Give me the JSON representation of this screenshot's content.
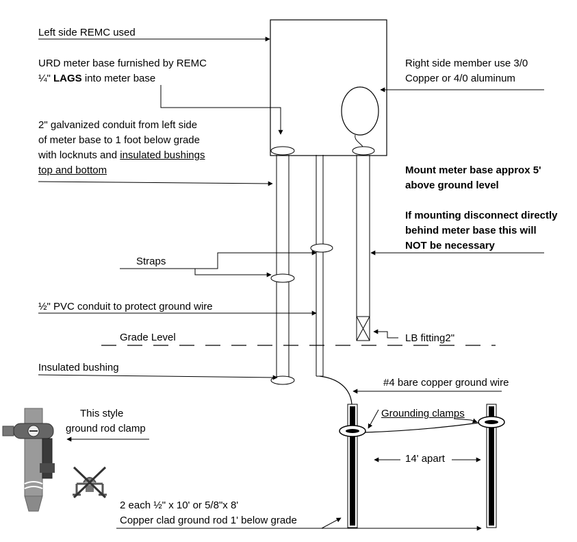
{
  "labels": {
    "left_side": "Left side REMC used",
    "urd_line1": "URD meter base furnished  by REMC",
    "lags_prefix": "¼\" ",
    "lags_bold": "LAGS",
    "lags_suffix": " into meter base",
    "conduit_line1": "2\" galvanized conduit from left side",
    "conduit_line2": "of meter base to 1 foot below grade",
    "conduit_line3_plain": "with locknuts and ",
    "conduit_line3_under": "insulated bushings",
    "conduit_line4": "top and bottom",
    "right_side_line1": "Right side member use 3/0",
    "right_side_line2": "Copper or 4/0 aluminum",
    "mount_line1": "Mount meter base approx 5'",
    "mount_line2": "above ground level",
    "disconnect_line1": "If mounting disconnect directly",
    "disconnect_line2": "behind meter base this will",
    "disconnect_line3": "NOT be necessary",
    "straps": "Straps",
    "pvc": "½\" PVC conduit to protect ground wire",
    "grade": "Grade Level",
    "lb": "LB fitting2\"",
    "insulated_bushing": "Insulated bushing",
    "bare_copper": "#4 bare copper ground wire",
    "clamps": "Grounding  clamps",
    "apart": "14' apart",
    "style_line1": "This style",
    "style_line2": "ground rod clamp",
    "rod_line1": "2 each ½\" x 10' or 5/8\"x 8'",
    "rod_line2": "Copper clad ground rod  1' below grade"
  },
  "colors": {
    "line": "#000000",
    "rod_fill": "#000000",
    "rod_body": "#9a9a9a",
    "clamp_head": "#555555"
  }
}
